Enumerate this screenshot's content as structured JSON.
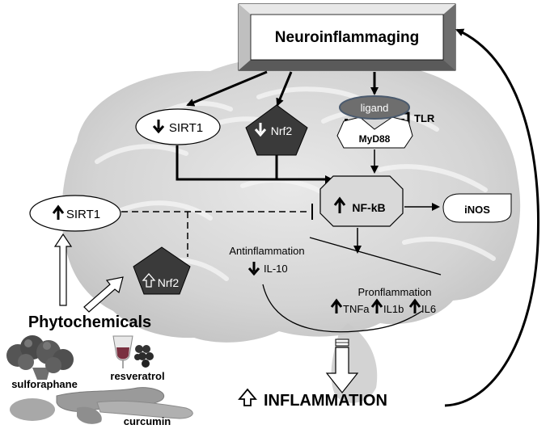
{
  "title": "Neuroinflammaging",
  "nodes": {
    "sirt1_down": "SIRT1",
    "nrf2_down": "Nrf2",
    "ligand": "ligand",
    "tlr": "TLR",
    "myd88": "MyD88",
    "nfkb": "NF-kB",
    "inos": "iNOS",
    "sirt1_up": "SIRT1",
    "nrf2_up": "Nrf2",
    "antiinflammation": "Antinflammation",
    "il10": "IL-10",
    "proinflammation": "Pronflammation",
    "tnfa": "TNFa",
    "il1b": "IL1b",
    "il6": "IL6",
    "phytochemicals": "Phytochemicals",
    "sulforaphane": "sulforaphane",
    "resveratrol": "resveratrol",
    "curcumin": "curcumin",
    "inflammation": "INFLAMMATION"
  },
  "icons": [
    "up-arrow-icon",
    "down-arrow-icon",
    "hollow-up-arrow-icon",
    "broccoli-image",
    "grapes-wine-image",
    "turmeric-image"
  ],
  "colors": {
    "brain": "#d2d2d2",
    "dark_node": "#3a3a3a",
    "nfkb_fill": "#d9d9d9",
    "line": "#000000"
  }
}
